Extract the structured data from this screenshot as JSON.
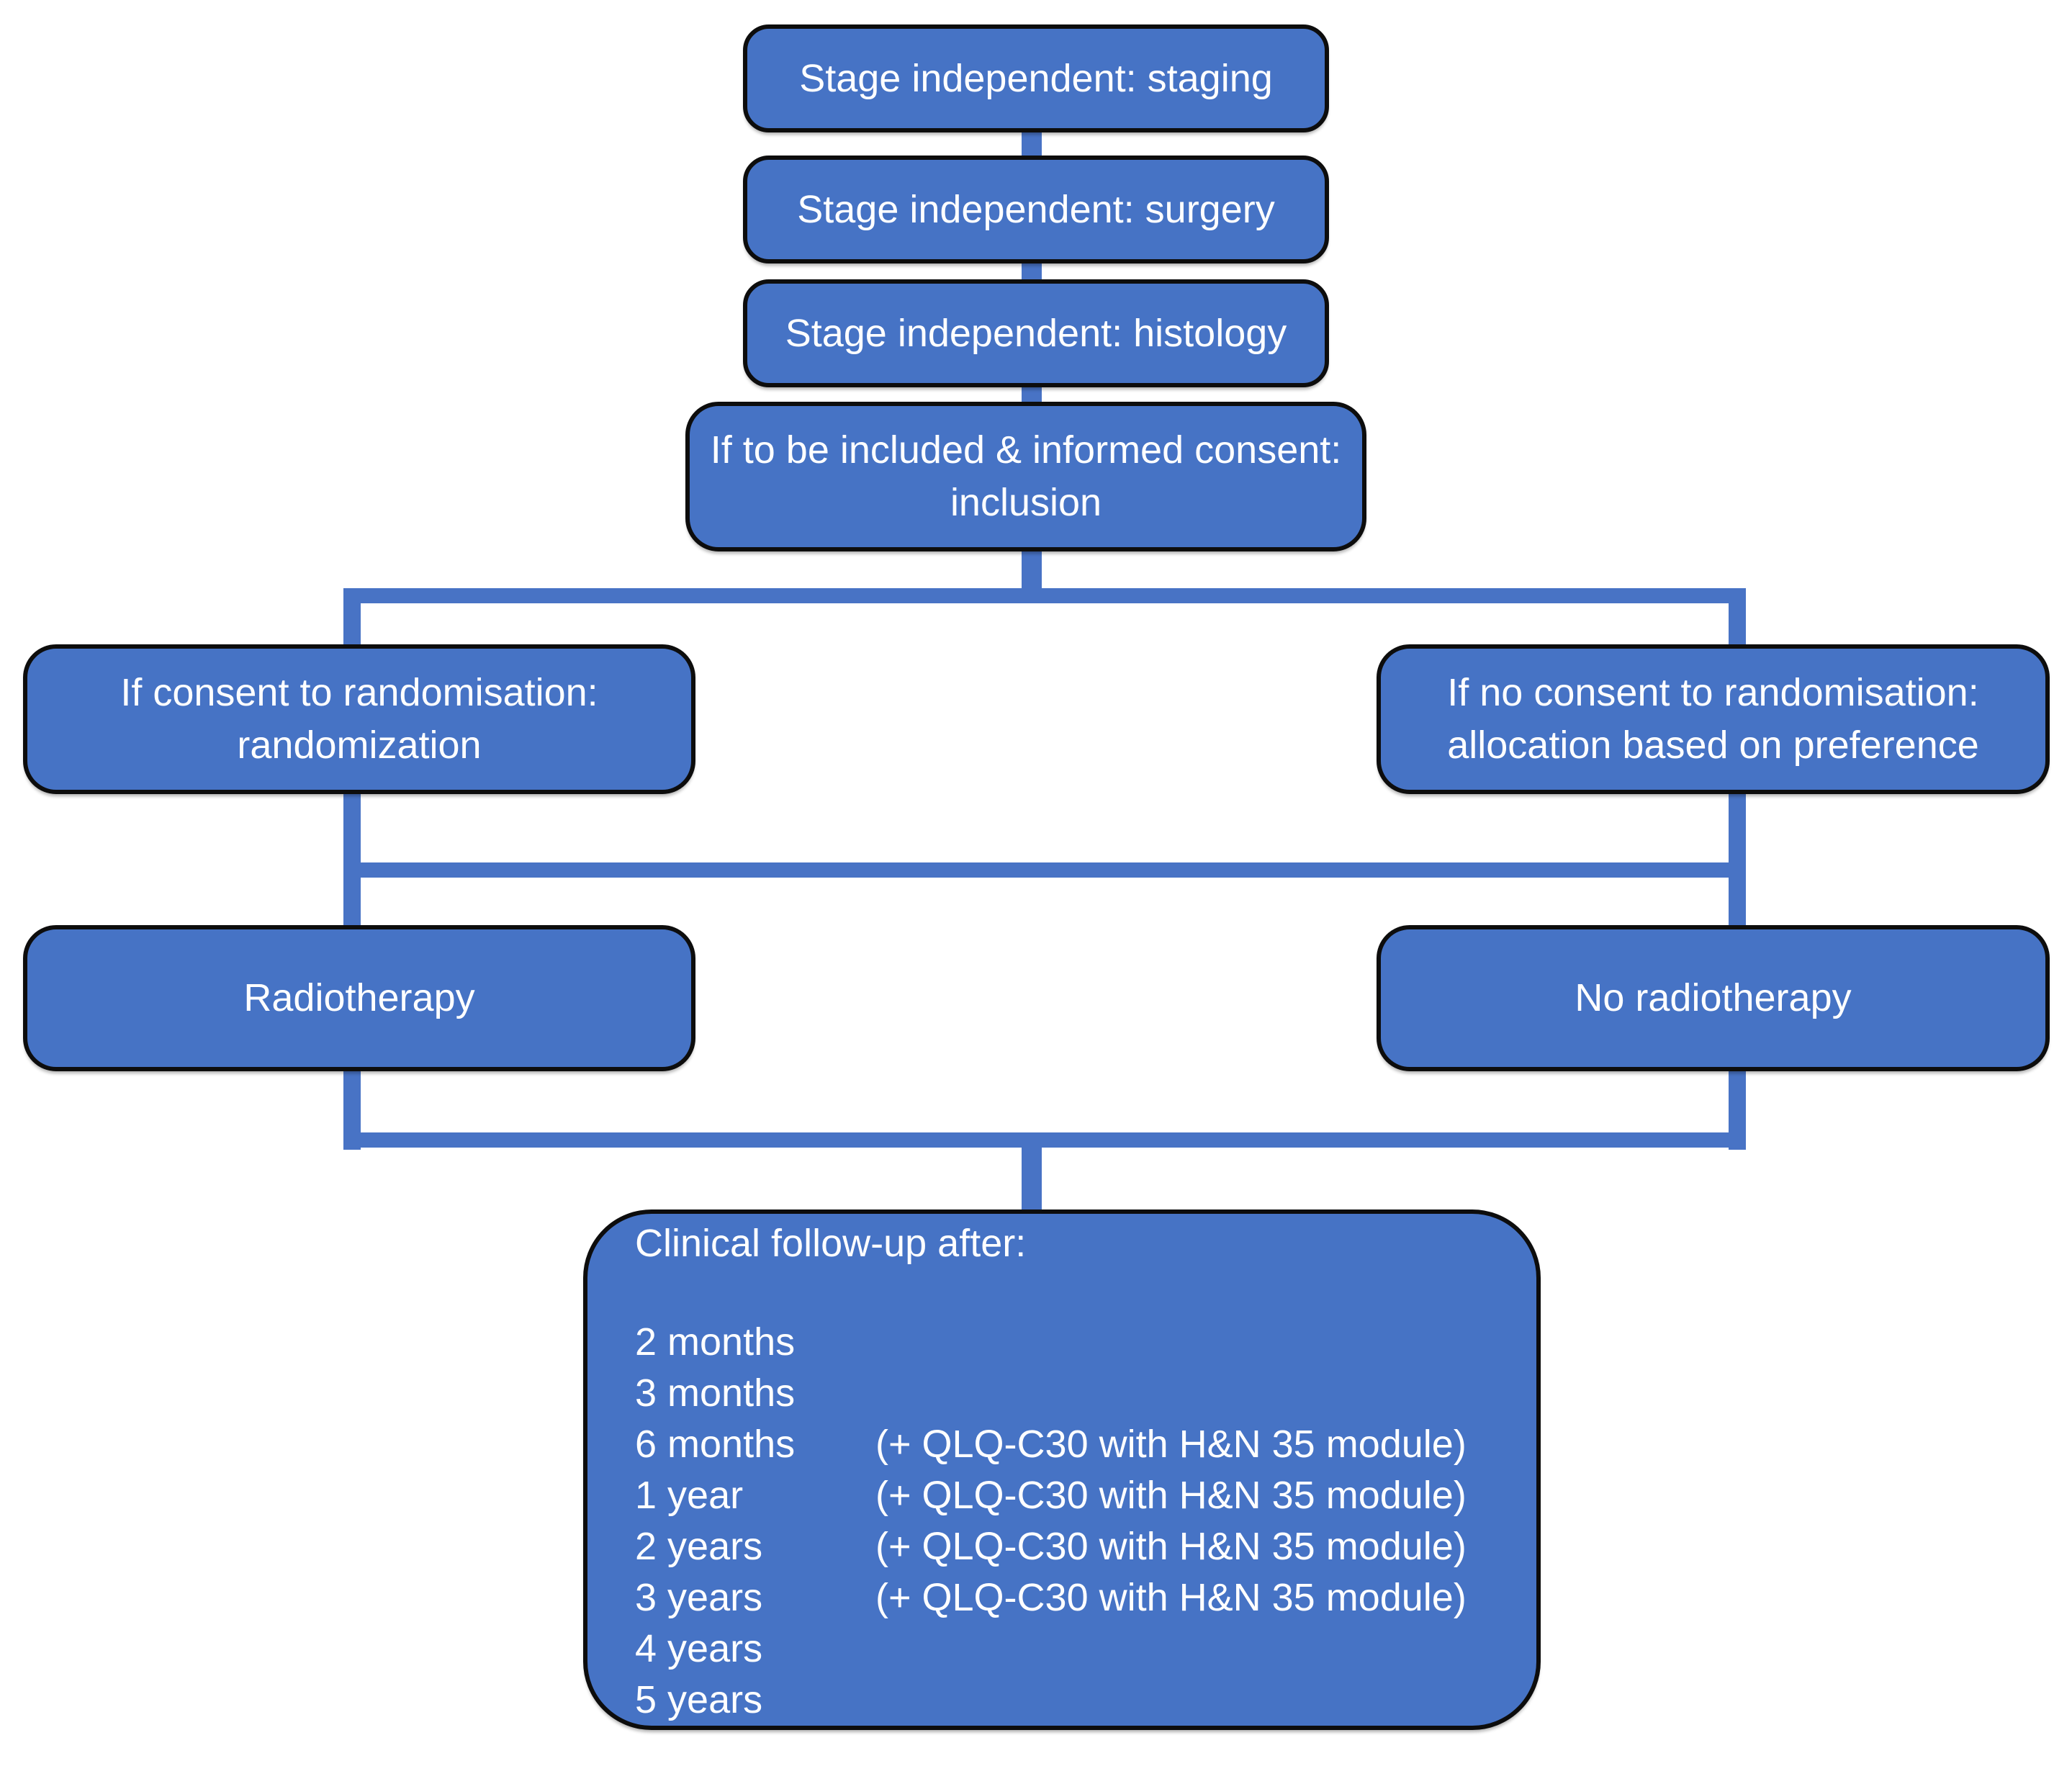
{
  "figure": {
    "type": "flowchart",
    "palette": {
      "background": "#ffffff",
      "node_fill": "#4673C5",
      "node_border": "#0d0d0d",
      "connector": "#4873C5",
      "text": "#ffffff"
    },
    "nodes": {
      "staging": {
        "label": "Stage independent: staging"
      },
      "surgery": {
        "label": "Stage independent: surgery"
      },
      "histology": {
        "label": "Stage independent: histology"
      },
      "inclusion": {
        "line1": "If to be included & informed consent:",
        "line2": "inclusion"
      },
      "randomisation": {
        "line1": "If consent to randomisation:",
        "line2": "randomization"
      },
      "preference": {
        "line1": "If no consent to randomisation:",
        "line2": "allocation based on preference"
      },
      "radiotherapy": {
        "label": "Radiotherapy"
      },
      "no_radiotherapy": {
        "label": "No radiotherapy"
      },
      "follow_up": {
        "title": "Clinical follow-up after:",
        "rows": [
          {
            "time": "2 months",
            "note": ""
          },
          {
            "time": "3 months",
            "note": ""
          },
          {
            "time": "6 months",
            "note": "(+ QLQ-C30 with H&N 35 module)"
          },
          {
            "time": "1 year",
            "note": "(+ QLQ-C30 with H&N 35 module)"
          },
          {
            "time": "2 years",
            "note": "(+ QLQ-C30 with H&N 35 module)"
          },
          {
            "time": "3 years",
            "note": "(+ QLQ-C30 with H&N 35 module)"
          },
          {
            "time": "4 years",
            "note": ""
          },
          {
            "time": "5 years",
            "note": ""
          }
        ]
      }
    }
  }
}
